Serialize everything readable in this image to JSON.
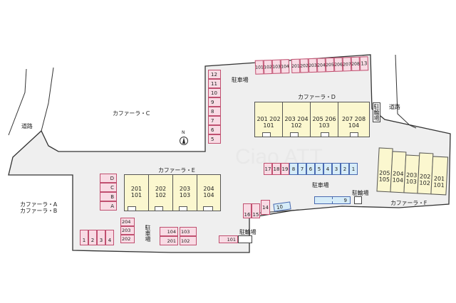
{
  "map": {
    "background": "#ffffff",
    "site_fill": "#efefef",
    "parking_pink": "#f8dbe4",
    "parking_blue": "#d6ecf8",
    "building_fill": "#fbf7cf",
    "watermark": "Ciao ATT"
  },
  "labels": {
    "road_left": "道路",
    "road_right": "道路",
    "neighbor_c": "カファーラ・C",
    "neighbor_a": "カファーラ・A",
    "neighbor_b": "カファーラ・B",
    "parking_top": "駐車場",
    "parking_mid": "駐車場",
    "parking_left": "駐車場",
    "bike_top": "駐輪場",
    "bike_mid": "駐輪場",
    "bike_bottom": "駐輪場",
    "compass_n": "N"
  },
  "buildings": {
    "d": {
      "name": "カファーラ・D",
      "units": [
        [
          "201 202",
          "101"
        ],
        [
          "203 204",
          "102"
        ],
        [
          "205 206",
          "103"
        ],
        [
          "207 208",
          "104"
        ]
      ]
    },
    "e": {
      "name": "カファーラ・E",
      "units": [
        [
          "201",
          "101"
        ],
        [
          "202",
          "102"
        ],
        [
          "203",
          "103"
        ],
        [
          "204",
          "104"
        ]
      ]
    },
    "f": {
      "name": "カファーラ・F",
      "units": [
        [
          "205",
          "105"
        ],
        [
          "204",
          "104"
        ],
        [
          "203",
          "103"
        ],
        [
          "202",
          "102"
        ],
        [
          "201",
          "101"
        ]
      ]
    }
  },
  "parking": {
    "top_row": [
      "101",
      "102",
      "103",
      "104",
      "201",
      "202",
      "203",
      "204",
      "205",
      "206",
      "207",
      "208",
      "13"
    ],
    "left_col": [
      "12",
      "11",
      "10",
      "9",
      "8",
      "7",
      "6",
      "5"
    ],
    "mid_row_pink": [
      "17",
      "18",
      "19"
    ],
    "mid_row_blue": [
      "8",
      "7",
      "6",
      "5",
      "4",
      "3",
      "2",
      "1"
    ],
    "long_blue": "9",
    "slanted_blue": "10",
    "pink_small": [
      "16",
      "15",
      "14"
    ],
    "abcd": [
      "D",
      "C",
      "B",
      "A"
    ],
    "bottom_left": [
      "1",
      "2",
      "3",
      "4"
    ],
    "e_col": [
      "204",
      "203",
      "202"
    ],
    "e_pair_left": [
      "104",
      "201"
    ],
    "e_pair_right": [
      "103",
      "102"
    ],
    "single_101": "101"
  }
}
